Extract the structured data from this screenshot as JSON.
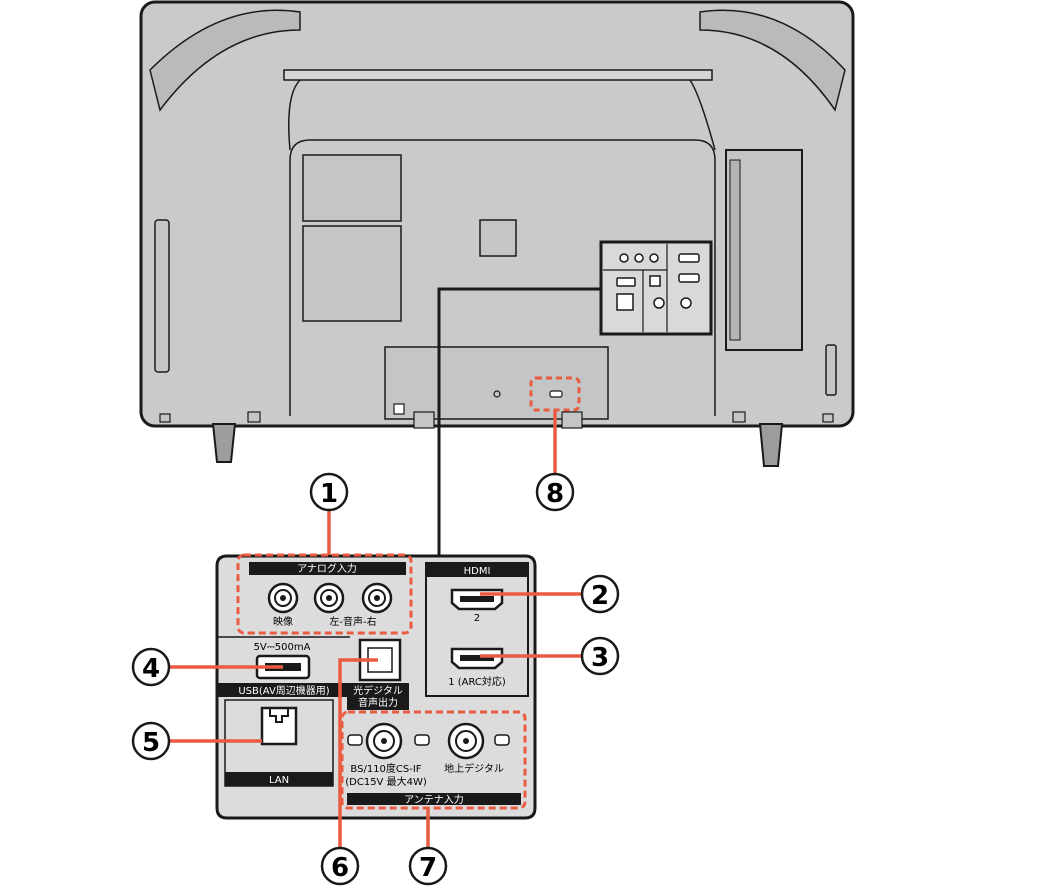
{
  "panel": {
    "analog_title": "アナログ入力",
    "video_label": "映像",
    "audio_lr_label": "左-音声-右",
    "usb_spec": "5V⎓500mA",
    "usb_label": "USB(AV周辺機器用)",
    "optical_label_line1": "光デジタル",
    "optical_label_line2": "音声出力",
    "lan_label": "LAN",
    "hdmi_title": "HDMI",
    "hdmi2_label": "2",
    "hdmi1_label": "1 (ARC対応)",
    "bs_label_line1": "BS/110度CS-IF",
    "bs_label_line2": "(DC15V 最大4W)",
    "terrestrial_label": "地上デジタル",
    "antenna_title": "アンテナ入力"
  },
  "callouts": [
    "1",
    "2",
    "3",
    "4",
    "5",
    "6",
    "7",
    "8"
  ],
  "colors": {
    "tv_body": "#c9cacb",
    "outline": "#1a1a1a",
    "panel_fill": "#dcdcdd",
    "callout_red": "#e95c42"
  }
}
